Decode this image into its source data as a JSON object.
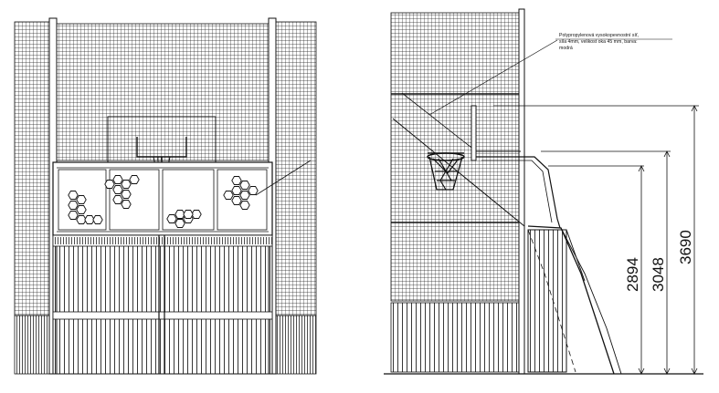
{
  "annotation": {
    "lines": [
      "Polypropylenová vysokopevnostní síť,",
      "síla 4mm, velikost oka 45 mm, barva:",
      "modrá"
    ]
  },
  "dimensions": [
    {
      "name": "dim-2894",
      "label": "2894"
    },
    {
      "name": "dim-3048",
      "label": "3048"
    },
    {
      "name": "dim-3690",
      "label": "3690"
    }
  ],
  "colors": {
    "ink": "#111111",
    "background": "#ffffff"
  }
}
